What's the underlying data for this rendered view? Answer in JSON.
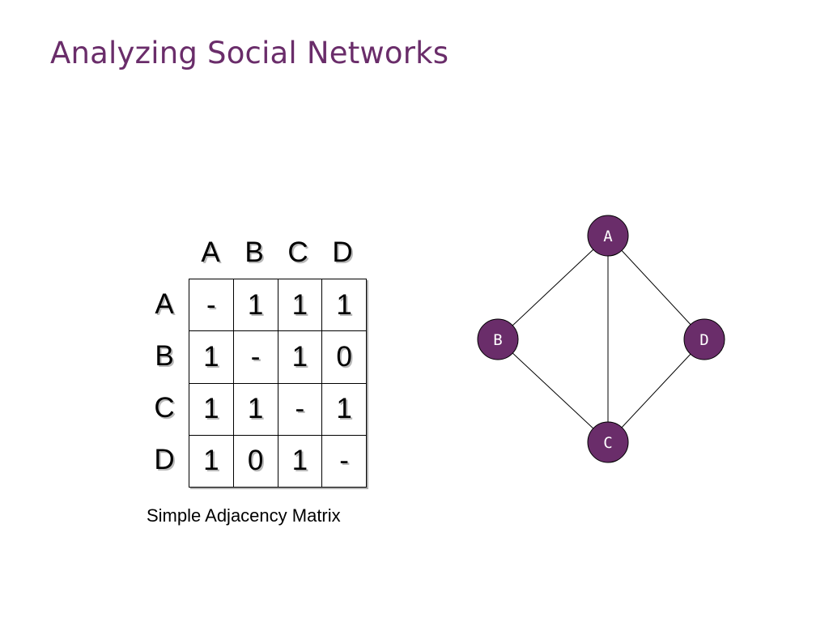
{
  "title": "Analyzing Social Networks",
  "matrix": {
    "col_headers": [
      "A",
      "B",
      "C",
      "D"
    ],
    "rows": [
      {
        "label": "A",
        "cells": [
          "-",
          "1",
          "1",
          "1"
        ]
      },
      {
        "label": "B",
        "cells": [
          "1",
          "-",
          "1",
          "0"
        ]
      },
      {
        "label": "C",
        "cells": [
          "1",
          "1",
          "-",
          "1"
        ]
      },
      {
        "label": "D",
        "cells": [
          "1",
          "0",
          "1",
          "-"
        ]
      }
    ],
    "caption": "Simple Adjacency Matrix"
  },
  "graph": {
    "node_color": "#6a2d6a",
    "nodes": [
      {
        "id": "A",
        "label": "A"
      },
      {
        "id": "B",
        "label": "B"
      },
      {
        "id": "C",
        "label": "C"
      },
      {
        "id": "D",
        "label": "D"
      }
    ],
    "edges": [
      [
        "A",
        "B"
      ],
      [
        "A",
        "C"
      ],
      [
        "A",
        "D"
      ],
      [
        "B",
        "C"
      ],
      [
        "C",
        "D"
      ]
    ]
  },
  "colors": {
    "title": "#6a2d6a",
    "node_fill": "#6a2d6a",
    "edge": "#000000"
  }
}
